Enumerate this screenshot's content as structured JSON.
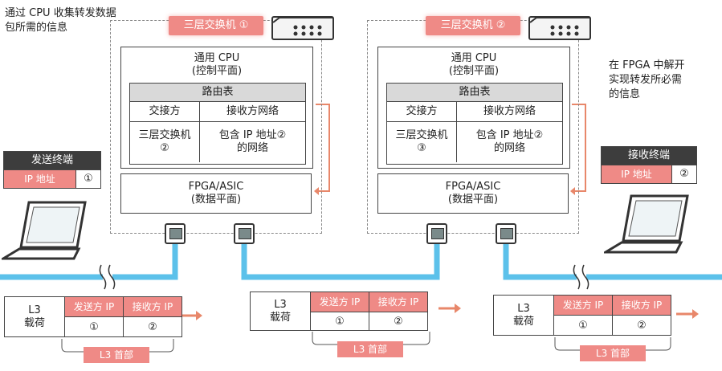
{
  "notes": {
    "top_left_line1": "通过 CPU 收集转发数据",
    "top_left_line2": "包所需的信息",
    "right_line1": "在 FPGA 中解开",
    "right_line2": "实现转发所必需",
    "right_line3": "的信息"
  },
  "switches": [
    {
      "label": "三层交换机 ①",
      "cpu_title_line1": "通用 CPU",
      "cpu_title_line2": "(控制平面)",
      "table_title": "路由表",
      "col_left": "交接方",
      "col_right": "接收方网络",
      "row_left_line1": "三层交换机",
      "row_left_line2": "②",
      "row_right_line1": "包含 IP 地址②",
      "row_right_line2": "的网络",
      "fpga_line1": "FPGA/ASIC",
      "fpga_line2": "(数据平面)"
    },
    {
      "label": "三层交换机 ②",
      "cpu_title_line1": "通用 CPU",
      "cpu_title_line2": "(控制平面)",
      "table_title": "路由表",
      "col_left": "交接方",
      "col_right": "接收方网络",
      "row_left_line1": "三层交换机",
      "row_left_line2": "③",
      "row_right_line1": "包含 IP 地址②",
      "row_right_line2": "的网络",
      "fpga_line1": "FPGA/ASIC",
      "fpga_line2": "(数据平面)"
    }
  ],
  "sender": {
    "title": "发送终端",
    "ip_label": "IP 地址",
    "ip_num": "①"
  },
  "receiver": {
    "title": "接收终端",
    "ip_label": "IP 地址",
    "ip_num": "②"
  },
  "packets": [
    {
      "payload_line1": "L3",
      "payload_line2": "载荷",
      "src_label": "发送方 IP",
      "dst_label": "接收方 IP",
      "src_num": "①",
      "dst_num": "②",
      "header_label": "L3 首部"
    },
    {
      "payload_line1": "L3",
      "payload_line2": "载荷",
      "src_label": "发送方 IP",
      "dst_label": "接收方 IP",
      "src_num": "①",
      "dst_num": "②",
      "header_label": "L3 首部"
    },
    {
      "payload_line1": "L3",
      "payload_line2": "载荷",
      "src_label": "发送方 IP",
      "dst_label": "接收方 IP",
      "src_num": "①",
      "dst_num": "②",
      "header_label": "L3 首部"
    }
  ],
  "colors": {
    "accent": "#ef8a86",
    "link": "#3fb6e6",
    "arrow": "#e8876a"
  }
}
